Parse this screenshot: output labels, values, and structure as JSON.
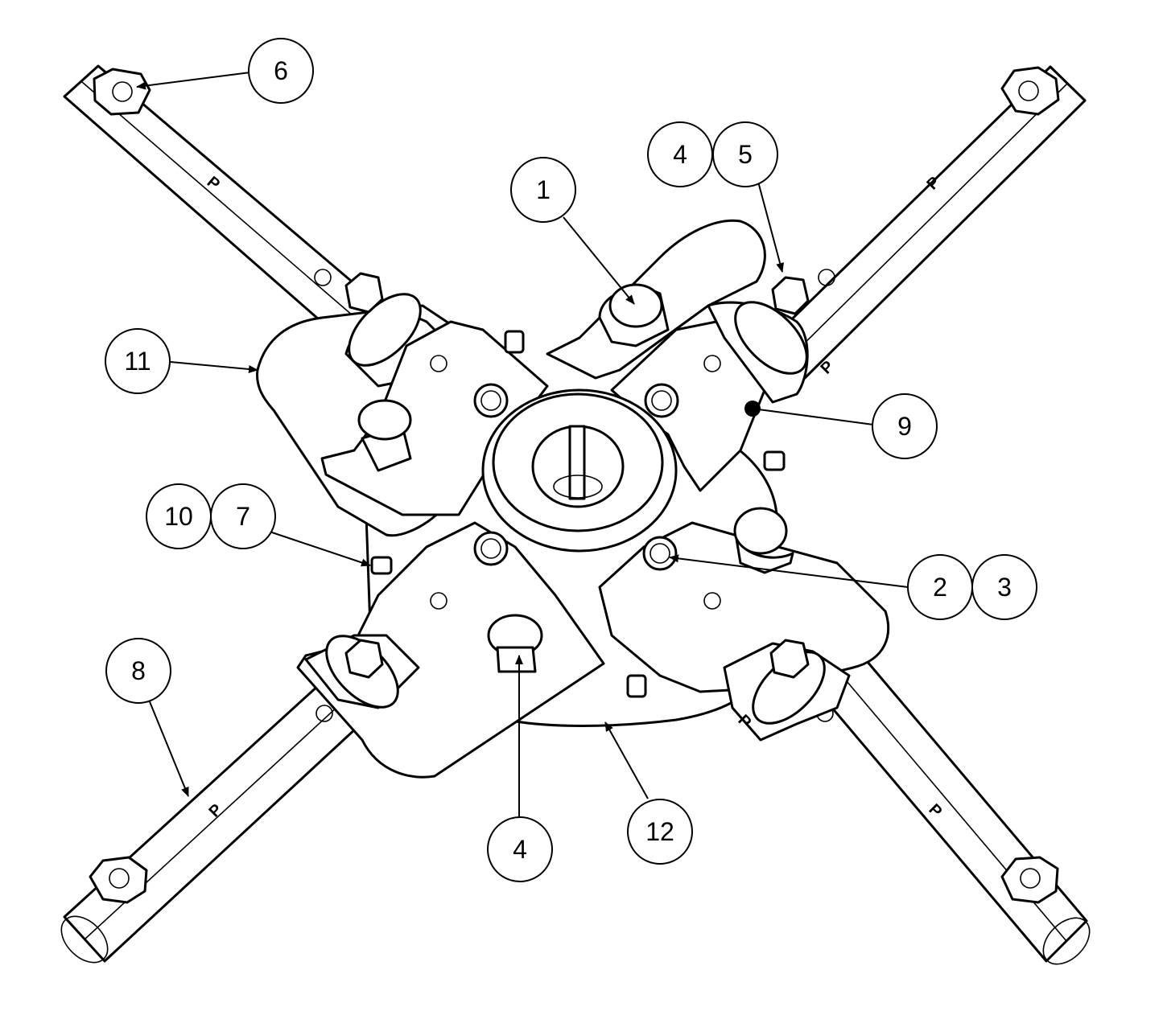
{
  "callouts": {
    "c1": "1",
    "c2": "2",
    "c3": "3",
    "c4_top": "4",
    "c4_bottom": "4",
    "c5": "5",
    "c6": "6",
    "c7": "7",
    "c8": "8",
    "c9": "9",
    "c10": "10",
    "c11": "11",
    "c12": "12"
  },
  "arm_marks": {
    "top_left": "P",
    "top_right": "P",
    "bottom_left": "P",
    "bottom_right": "P",
    "sleeve_right": "P",
    "sleeve_bottom_right": "P"
  }
}
